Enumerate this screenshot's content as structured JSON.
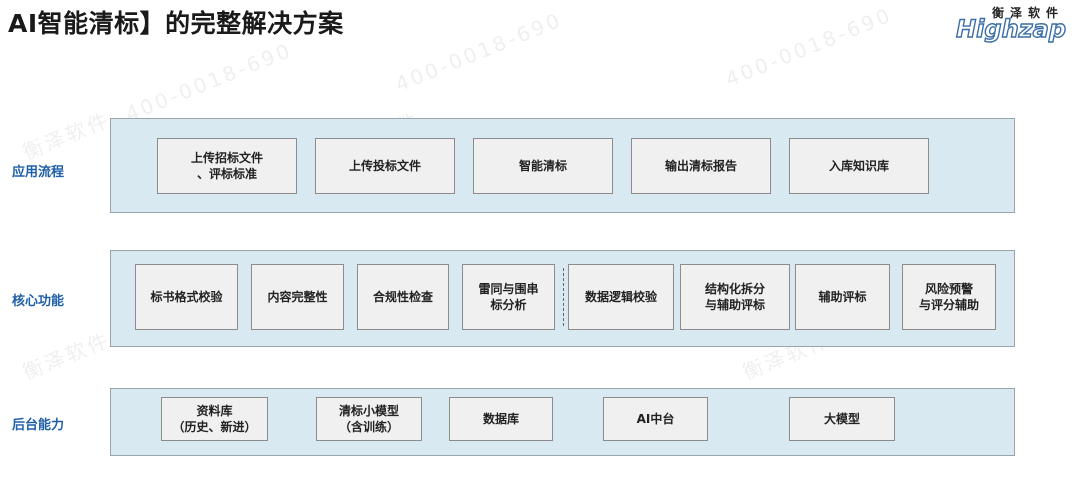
{
  "title": "AI智能清标】的完整解决方案",
  "logo": {
    "cn": "衡泽软件",
    "en": "Highzap"
  },
  "watermark_text": "400-0018-690",
  "watermark_cn": "衡泽软件",
  "rows": [
    {
      "label": "应用流程",
      "items": [
        "上传招标文件\n、评标标准",
        "上传投标文件",
        "智能清标",
        "输出清标报告",
        "入库知识库"
      ]
    },
    {
      "label": "核心功能",
      "items": [
        "标书格式校验",
        "内容完整性",
        "合规性检查",
        "雷同与围串\n标分析",
        "数据逻辑校验",
        "结构化拆分\n与辅助评标",
        "辅助评标",
        "风险预警\n与评分辅助"
      ]
    },
    {
      "label": "后台能力",
      "items": [
        "资料库\n（历史、新进）",
        "清标小模型\n（含训练）",
        "数据库",
        "AI中台",
        "大模型"
      ]
    }
  ],
  "colors": {
    "label": "#1f5fa8",
    "panel": "#d9e9f2",
    "box": "#f0f0f0"
  }
}
